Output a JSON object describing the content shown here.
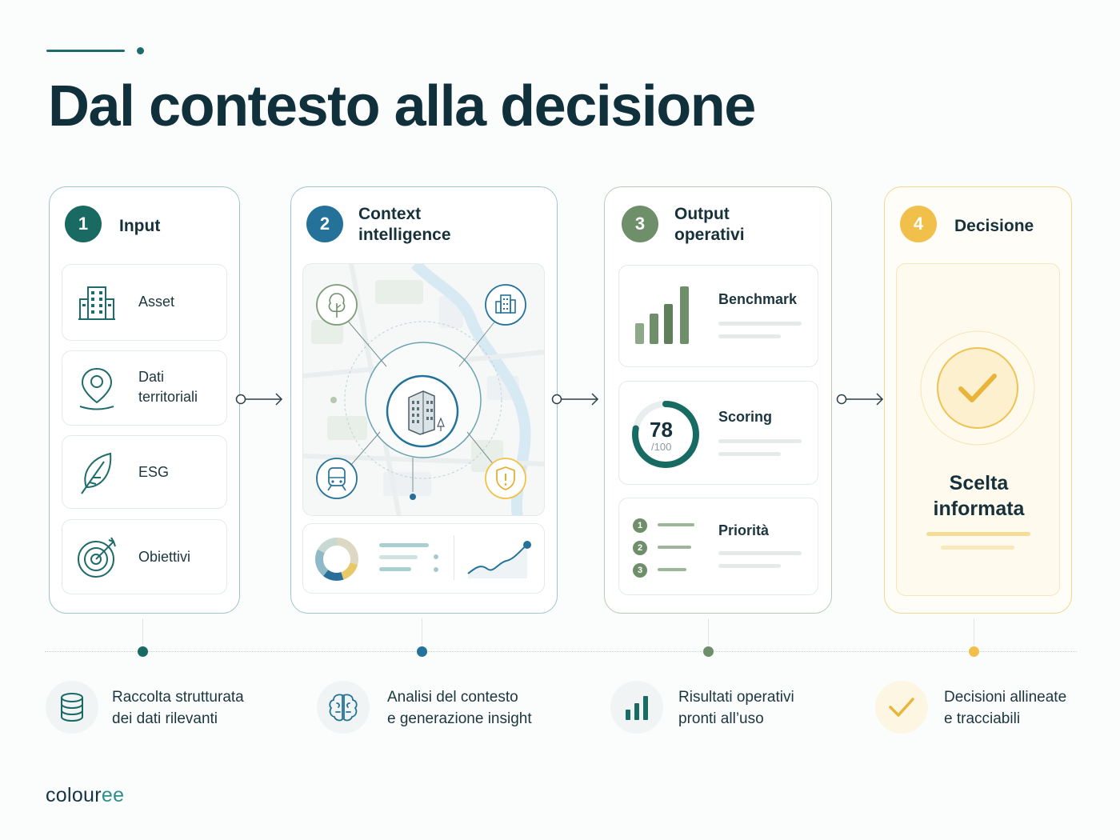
{
  "title": "Dal contesto alla decisione",
  "colors": {
    "teal": "#186a62",
    "blue": "#24729a",
    "sage": "#6f8f6a",
    "gold": "#f1c04a",
    "navy": "#10303b"
  },
  "steps": [
    {
      "number": "1",
      "title_line1": "Input",
      "title_line2": "",
      "items": [
        {
          "label_line1": "Asset",
          "label_line2": "",
          "icon": "building-icon"
        },
        {
          "label_line1": "Dati",
          "label_line2": "territoriali",
          "icon": "location-pin-icon"
        },
        {
          "label_line1": "ESG",
          "label_line2": "",
          "icon": "leaf-icon"
        },
        {
          "label_line1": "Obiettivi",
          "label_line2": "",
          "icon": "target-icon"
        }
      ]
    },
    {
      "number": "2",
      "title_line1": "Context",
      "title_line2": "intelligence",
      "icons": [
        "tree-icon",
        "city-icon",
        "building-icon",
        "train-icon",
        "shield-alert-icon",
        "donut-chart-icon",
        "line-chart-icon"
      ]
    },
    {
      "number": "3",
      "title_line1": "Output",
      "title_line2": "operativi",
      "cards": [
        {
          "label": "Benchmark",
          "icon": "bar-chart-icon"
        },
        {
          "label": "Scoring",
          "score": "78",
          "score_max": "/100",
          "score_fraction": 0.78
        },
        {
          "label": "Priorità",
          "ranks": [
            "1",
            "2",
            "3"
          ]
        }
      ]
    },
    {
      "number": "4",
      "title_line1": "Decisione",
      "title_line2": "",
      "result_line1": "Scelta",
      "result_line2": "informata",
      "icon": "checkmark-icon"
    }
  ],
  "benefits": [
    {
      "line1": "Raccolta strutturata",
      "line2": "dei dati rilevanti",
      "icon": "database-icon"
    },
    {
      "line1": "Analisi del contesto",
      "line2": "e generazione insight",
      "icon": "brain-icon"
    },
    {
      "line1": "Risultati operativi",
      "line2": "pronti all’uso",
      "icon": "bar-chart-icon"
    },
    {
      "line1": "Decisioni allineate",
      "line2": "e tracciabili",
      "icon": "checkmark-icon"
    }
  ],
  "brand": {
    "part1": "colour",
    "part2": "ee"
  }
}
